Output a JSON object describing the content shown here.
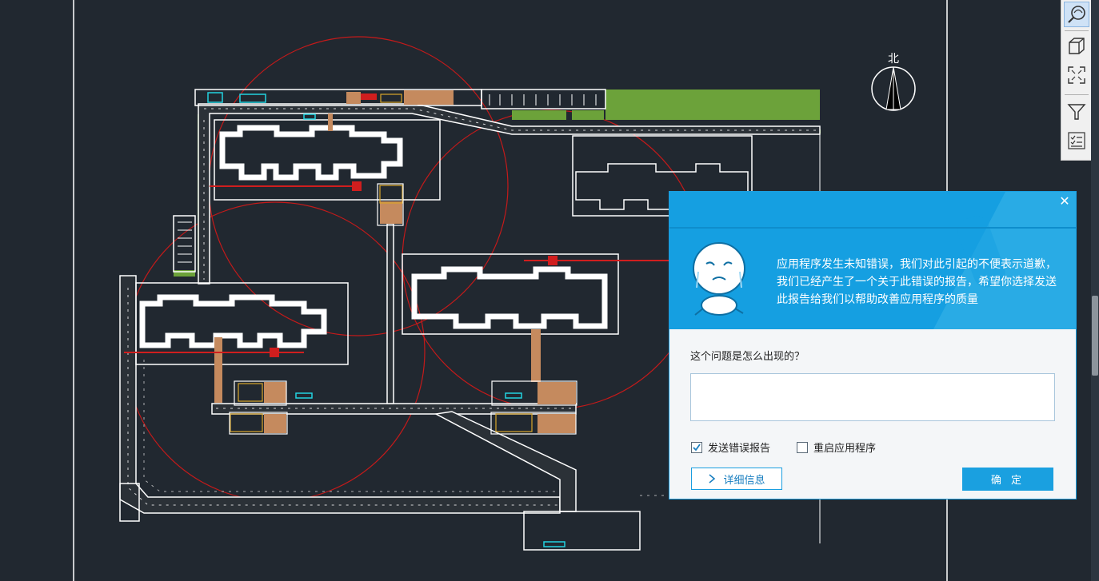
{
  "cad": {
    "compass_label": "北",
    "colors": {
      "background": "#212830",
      "wall": "#ffffff",
      "road": "#2c3238",
      "grass": "#6ca23a",
      "brown": "#c58a5e",
      "red": "#d01e1e",
      "cyan": "#22d3e0",
      "yellow": "#d9a62a"
    }
  },
  "toolbar": {
    "tools": [
      {
        "icon": "orbit-icon",
        "active": true
      },
      {
        "icon": "view-cube-icon",
        "active": false
      },
      {
        "icon": "zoom-extents-icon",
        "active": false
      },
      {
        "icon": "filter-icon",
        "active": false
      },
      {
        "icon": "checklist-icon",
        "active": false
      }
    ]
  },
  "dialog": {
    "close_symbol": "✕",
    "message": "应用程序发生未知错误，我们对此引起的不便表示道歉，我们已经产生了一个关于此错误的报告，希望你选择发送此报告给我们以帮助改善应用程序的质量",
    "question": "这个问题是怎么出现的？",
    "comment_value": "",
    "send_report_label": "发送错误报告",
    "send_report_checked": true,
    "restart_label": "重启应用程序",
    "restart_checked": false,
    "details_label": "详细信息",
    "ok_label": "确 定",
    "accent": "#1aa0e0"
  }
}
